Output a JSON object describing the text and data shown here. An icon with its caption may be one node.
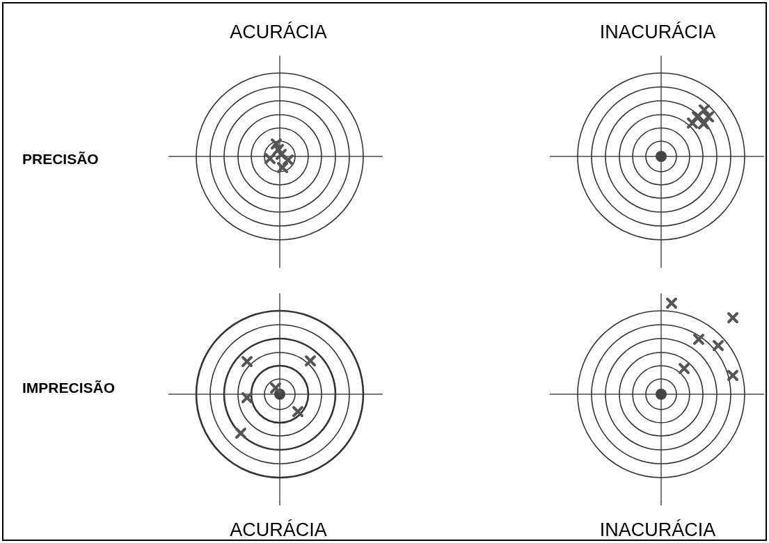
{
  "diagram": {
    "labels": [
      "ACURÁCIA",
      "INACURÁCIA",
      "PRECISÃO",
      "IMPRECISÃO",
      "ACURÁCIA",
      "INACURÁCIA"
    ]
  }
}
